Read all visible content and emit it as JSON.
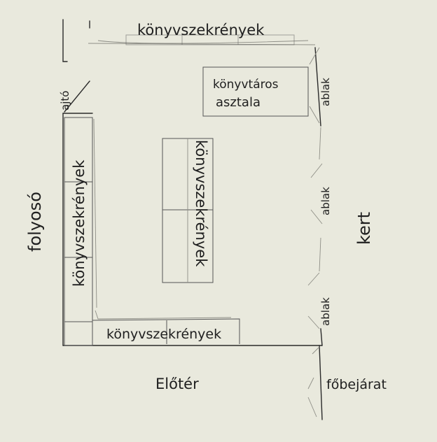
{
  "labels": {
    "shelves_top": "könyvszekrények",
    "shelves_bottom": "könyvszekrények",
    "shelves_left": "könyvszekrények",
    "shelves_center": "könyvszekrények",
    "librarian_desk_line1": "könyvtáros",
    "librarian_desk_line2": "asztala",
    "door": "ajtó",
    "corridor": "folyosó",
    "window_top": "ablak",
    "window_middle": "ablak",
    "window_bottom": "ablak",
    "garden": "kert",
    "lobby": "Előtér",
    "main_entrance": "főbejárat"
  }
}
